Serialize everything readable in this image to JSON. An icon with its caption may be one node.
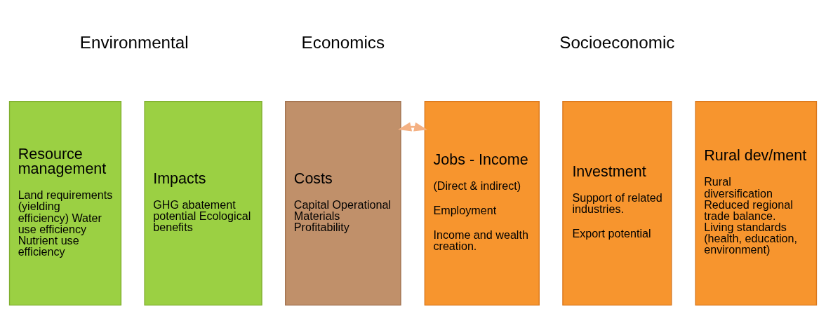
{
  "diagram": {
    "nodes": [
      {
        "text": [
          "Resource management",
          "Land requirements (yielding efficiency) Water use efficiency Nutrient use efficiency"
        ]
      },
      {
        "text": [
          "Impacts",
          "GHG abatement potential Ecological benefits"
        ]
      },
      {
        "text": [
          "Costs",
          "Capital Operational Materials Profitability"
        ]
      },
      {
        "text": [
          "Jobs - Income",
          "(Direct & indirect)",
          "Employment",
          "Income and wealth creation."
        ]
      },
      {
        "text": [
          "Investment",
          "Support of related industries.",
          "Export potential"
        ]
      },
      {
        "text": [
          "Rural dev/ment",
          "Rural diversification Reduced regional trade balance. Living standards (health, education, environment)"
        ]
      }
    ],
    "edges": [
      {
        "from": 2,
        "to": 3,
        "arrow": "both"
      }
    ],
    "labels": [
      "Environmental",
      "Economics",
      "Socioeconomic"
    ]
  }
}
